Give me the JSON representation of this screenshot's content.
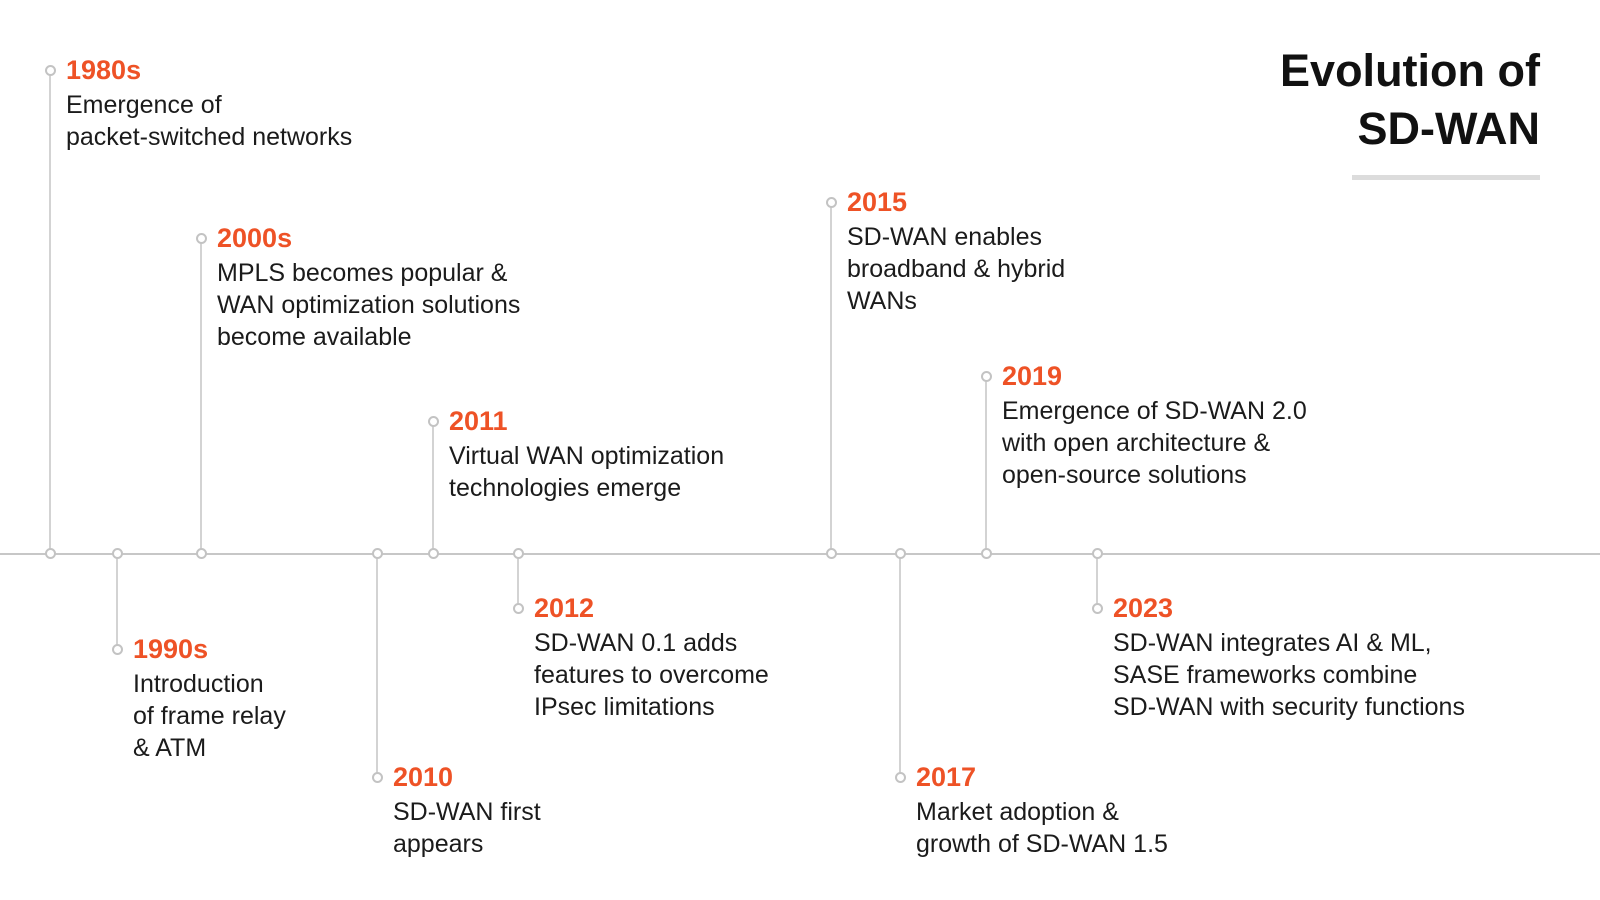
{
  "title": "Evolution of\nSD-WAN",
  "accent_color": "#EE5226",
  "text_color": "#1B1B1B",
  "line_color": "#C7C7C7",
  "milestones": [
    {
      "year": "1980s",
      "desc": "Emergence of\npacket-switched networks",
      "position": "above"
    },
    {
      "year": "1990s",
      "desc": "Introduction\nof frame relay\n& ATM",
      "position": "below"
    },
    {
      "year": "2000s",
      "desc": "MPLS becomes popular &\nWAN optimization solutions\nbecome available",
      "position": "above"
    },
    {
      "year": "2010",
      "desc": "SD-WAN first\nappears",
      "position": "below"
    },
    {
      "year": "2011",
      "desc": "Virtual WAN optimization\ntechnologies emerge",
      "position": "above"
    },
    {
      "year": "2012",
      "desc": "SD-WAN 0.1 adds\nfeatures to overcome\nIPsec limitations",
      "position": "below"
    },
    {
      "year": "2015",
      "desc": "SD-WAN enables\nbroadband & hybrid\nWANs",
      "position": "above"
    },
    {
      "year": "2017",
      "desc": "Market adoption &\ngrowth of SD-WAN 1.5",
      "position": "below"
    },
    {
      "year": "2019",
      "desc": "Emergence of SD-WAN 2.0\nwith open architecture &\nopen-source solutions",
      "position": "above"
    },
    {
      "year": "2023",
      "desc": "SD-WAN integrates AI & ML,\nSASE frameworks combine\nSD-WAN with security functions",
      "position": "below"
    }
  ]
}
